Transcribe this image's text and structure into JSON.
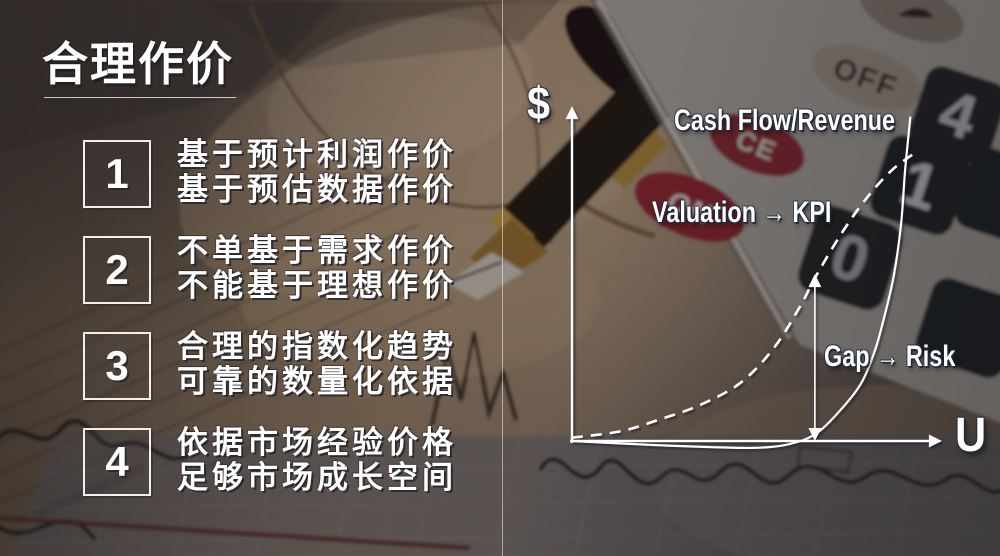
{
  "slide": {
    "title": "合理作价",
    "items": [
      {
        "number": "1",
        "lines": [
          "基于预计利润作价",
          "基于预估数据作价"
        ]
      },
      {
        "number": "2",
        "lines": [
          "不单基于需求作价",
          "不能基于理想作价"
        ]
      },
      {
        "number": "3",
        "lines": [
          "合理的指数化趋势",
          "可靠的数量化依据"
        ]
      },
      {
        "number": "4",
        "lines": [
          "依据市场经验价格",
          "足够市场成长空间"
        ]
      }
    ]
  },
  "chart_data": {
    "type": "line",
    "title": "",
    "xlabel": "U",
    "ylabel": "$",
    "grid": false,
    "legend_position": "none",
    "axis_note": "conceptual axes without tick values; x = users/market (U), y = money ($)",
    "annotations": [
      {
        "id": "cashflow",
        "text": "Cash Flow/Revenue"
      },
      {
        "id": "valuation",
        "text": "Valuation → KPI"
      },
      {
        "id": "gap",
        "text": "Gap → Risk"
      }
    ],
    "series": [
      {
        "name": "Valuation → KPI",
        "style": "dashed",
        "points": [
          [
            0,
            0.01
          ],
          [
            0.13,
            0.03
          ],
          [
            0.23,
            0.065
          ],
          [
            0.34,
            0.11
          ],
          [
            0.45,
            0.18
          ],
          [
            0.54,
            0.29
          ],
          [
            0.61,
            0.42
          ],
          [
            0.646,
            0.5
          ],
          [
            0.713,
            0.63
          ],
          [
            0.78,
            0.74
          ],
          [
            0.85,
            0.83
          ],
          [
            0.92,
            0.89
          ]
        ]
      },
      {
        "name": "Cash Flow/Revenue",
        "style": "solid",
        "points": [
          [
            0,
            0
          ],
          [
            0.21,
            -0.012
          ],
          [
            0.35,
            -0.018
          ],
          [
            0.49,
            -0.021
          ],
          [
            0.58,
            -0.009
          ],
          [
            0.652,
            0.025
          ],
          [
            0.721,
            0.104
          ],
          [
            0.771,
            0.181
          ],
          [
            0.806,
            0.279
          ],
          [
            0.832,
            0.387
          ],
          [
            0.856,
            0.509
          ],
          [
            0.875,
            0.663
          ],
          [
            0.886,
            0.831
          ],
          [
            0.9,
            0.995
          ]
        ]
      }
    ],
    "gap_marker": {
      "u": 0.646,
      "v_from": 0.012,
      "v_to": 0.5
    }
  },
  "background_photo": {
    "calculator_keys": {
      "off": "OFF",
      "ce": "CE",
      "on": "ON",
      "digit4": "4",
      "digit1": "1",
      "digit0": "0"
    }
  },
  "colors": {
    "text": "#ffffff",
    "label_outline": "#202836",
    "calculator_body": "#b2ada6",
    "red_key": "#8e2733",
    "dark_key": "#1f2127"
  }
}
